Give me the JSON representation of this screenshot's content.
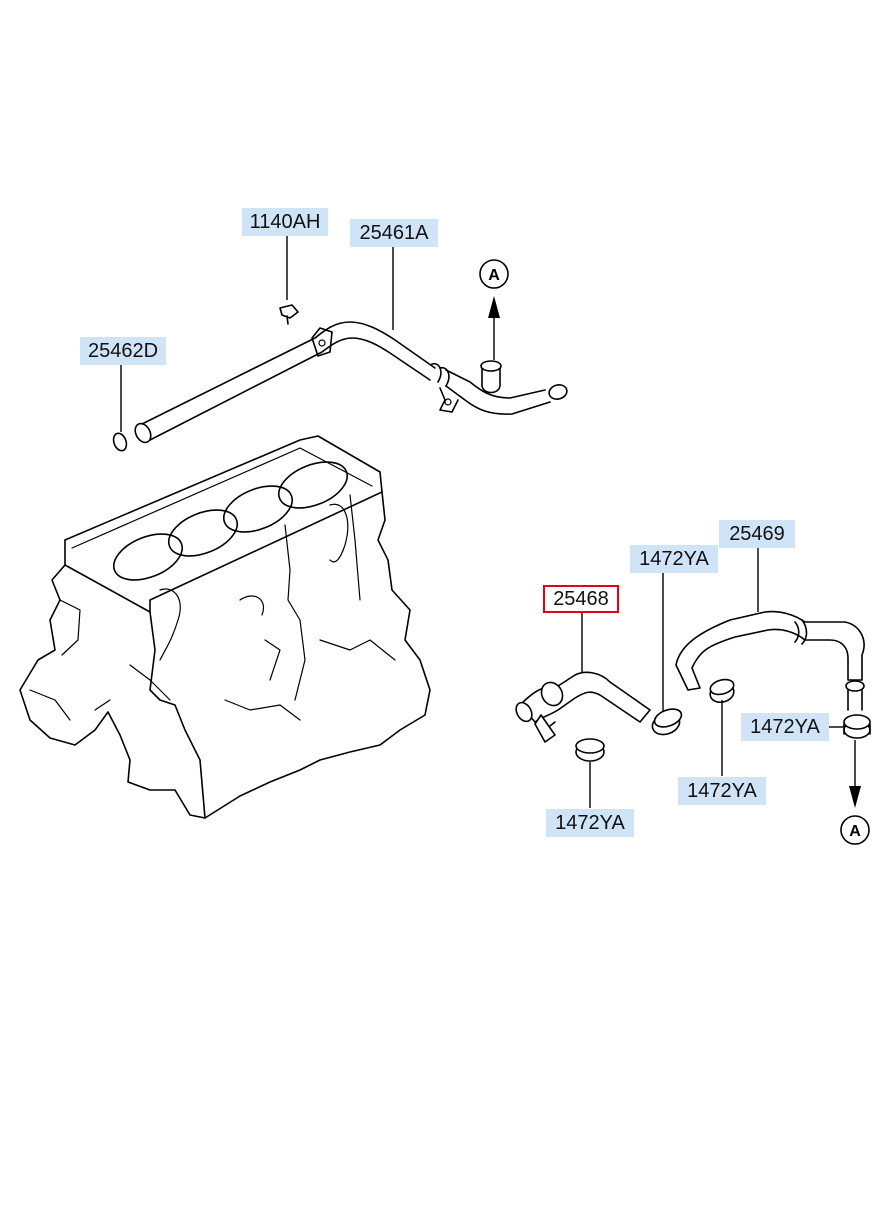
{
  "colors": {
    "label_background": "#cfe5f7",
    "highlight_border": "#e2001a",
    "line": "#000000"
  },
  "labels": {
    "p1140AH": "1140AH",
    "p25461A": "25461A",
    "p25462D": "25462D",
    "p25468": "25468",
    "p25469": "25469",
    "p1472YA_top": "1472YA",
    "p1472YA_right": "1472YA",
    "p1472YA_mid": "1472YA",
    "p1472YA_bottom": "1472YA"
  },
  "highlighted_part": "25468",
  "reference_markers": {
    "top": "A",
    "bottom": "A"
  }
}
